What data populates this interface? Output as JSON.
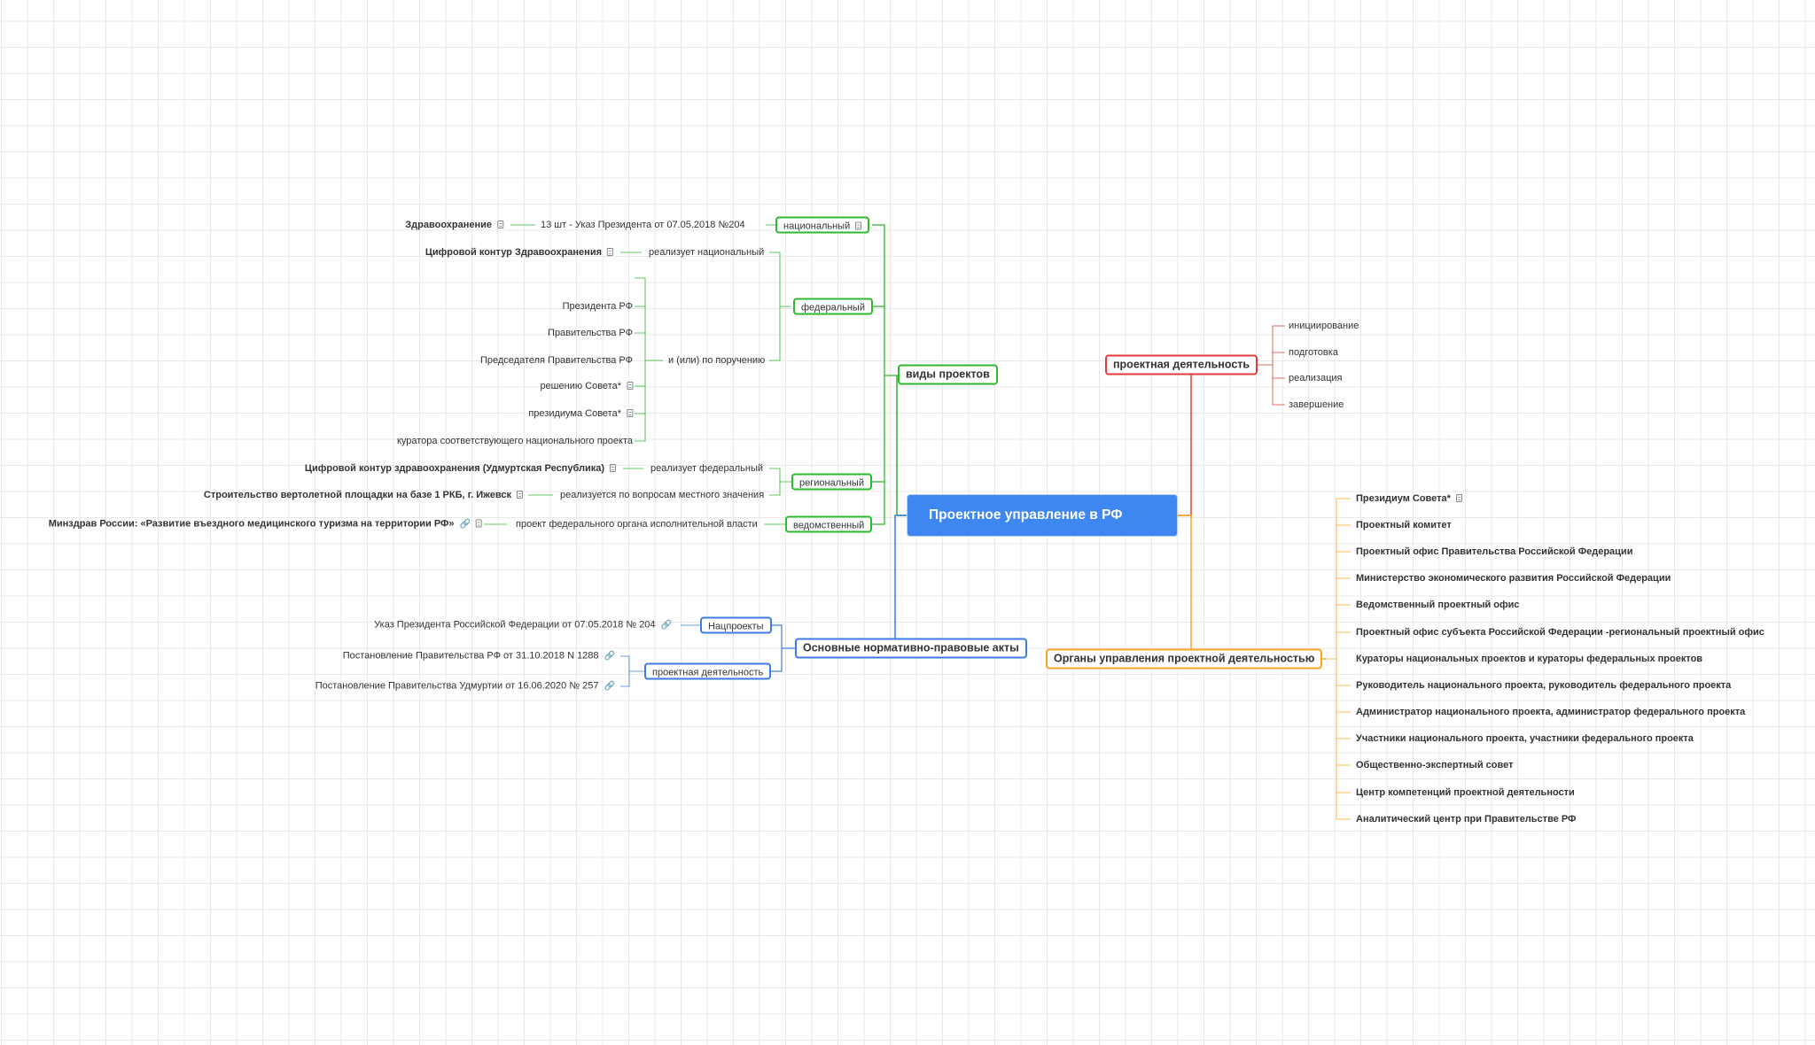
{
  "root": "Проектное управление в РФ",
  "branches": {
    "types": {
      "label": "виды проектов",
      "national": {
        "label": "национальный",
        "note": "13 шт  - Указ Президента от 07.05.2018 №204",
        "leaf": "Здравоохранение"
      },
      "federal": {
        "label": "федеральный",
        "implements": "реализует национальный",
        "implements_leaf": "Цифровой контур Здравоохранения",
        "order": "и (или) по поручению",
        "order_items": [
          "Президента РФ",
          "Правительства РФ",
          "Председателя Правительства РФ",
          "решению Совета*",
          "президиума Совета*",
          "куратора соответствующего национального проекта"
        ]
      },
      "regional": {
        "label": "региональный",
        "implements": "реализует федеральный",
        "implements_leaf": "Цифровой контур здравоохранения (Удмуртская Республика)",
        "local": "реализуется по вопросам местного значения",
        "local_leaf": "Строительство вертолетной площадки на базе 1 РКБ, г. Ижевск"
      },
      "departmental": {
        "label": "ведомственный",
        "note": "проект федерального органа исполнительной власти",
        "leaf": "Минздрав России: «Развитие въездного медицинского туризма на территории РФ»"
      }
    },
    "acts": {
      "label": "Основные нормативно-правовые акты",
      "natsproekty": {
        "label": "Нацпроекты",
        "leaf": "Указ Президента Российской Федерации от 07.05.2018 № 204"
      },
      "project_activity": {
        "label": "проектная деятельность",
        "leaves": [
          "Постановление Правительства РФ от 31.10.2018 N 1288",
          "Постановление Правительства Удмуртии от 16.06.2020 № 257"
        ]
      }
    },
    "activity": {
      "label": "проектная деятельность",
      "stages": [
        "инициирование",
        "подготовка",
        "реализация",
        "завершение"
      ]
    },
    "bodies": {
      "label": "Органы управления проектной деятельностью",
      "items": [
        "Президиум Совета*",
        "Проектный комитет",
        "Проектный офис Правительства Российской Федерации",
        "Министерство экономического развития Российской Федерации",
        "Ведомственный проектный офис",
        "Проектный офис субъекта Российской Федерации -региональный проектный офис",
        "Кураторы национальных проектов и кураторы федеральных проектов",
        "Руководитель национального проекта, руководитель федерального проекта",
        "Администратор национального проекта, администратор федерального проекта",
        "Участники национального проекта, участники федерального проекта",
        "Общественно-экспертный совет",
        "Центр компетенций проектной деятельности",
        "Аналитический центр при Правительстве РФ"
      ]
    }
  },
  "colors": {
    "green": "#2eb82e",
    "blue": "#3d7be6",
    "red": "#e23b3b",
    "orange": "#f5a623",
    "root": "#3e87f0"
  },
  "icons": {
    "note": "note-icon",
    "link": "link-icon"
  }
}
